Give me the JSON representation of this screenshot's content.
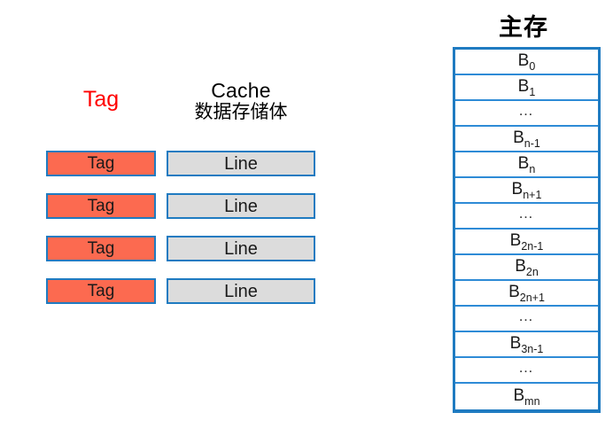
{
  "diagram": {
    "title_visible": false,
    "colors": {
      "tag_fill": "#FC6A50",
      "line_fill": "#DCDCDC",
      "border_blue": "#1F7BC1",
      "row_divider_blue": "#2E8BD6",
      "tag_header_red": "#FF0000",
      "text_black": "#000000",
      "background": "#FFFFFF"
    }
  },
  "cache": {
    "tag_header": "Tag",
    "data_header_line1": "Cache",
    "data_header_line2": "数据存储体",
    "rows": [
      {
        "tag": "Tag",
        "line": "Line"
      },
      {
        "tag": "Tag",
        "line": "Line"
      },
      {
        "tag": "Tag",
        "line": "Line"
      },
      {
        "tag": "Tag",
        "line": "Line"
      }
    ]
  },
  "memory": {
    "title": "主存",
    "rows": [
      {
        "base": "B",
        "sub": "0",
        "is_ellipsis": false
      },
      {
        "base": "B",
        "sub": "1",
        "is_ellipsis": false
      },
      {
        "base": "…",
        "sub": "",
        "is_ellipsis": true
      },
      {
        "base": "B",
        "sub": "n-1",
        "is_ellipsis": false
      },
      {
        "base": "B",
        "sub": "n",
        "is_ellipsis": false
      },
      {
        "base": "B",
        "sub": "n+1",
        "is_ellipsis": false
      },
      {
        "base": "…",
        "sub": "",
        "is_ellipsis": true
      },
      {
        "base": "B",
        "sub": "2n-1",
        "is_ellipsis": false
      },
      {
        "base": "B",
        "sub": "2n",
        "is_ellipsis": false
      },
      {
        "base": "B",
        "sub": "2n+1",
        "is_ellipsis": false
      },
      {
        "base": "…",
        "sub": "",
        "is_ellipsis": true
      },
      {
        "base": "B",
        "sub": "3n-1",
        "is_ellipsis": false
      },
      {
        "base": "…",
        "sub": "",
        "is_ellipsis": true
      },
      {
        "base": "B",
        "sub": "mn",
        "is_ellipsis": false
      }
    ]
  }
}
